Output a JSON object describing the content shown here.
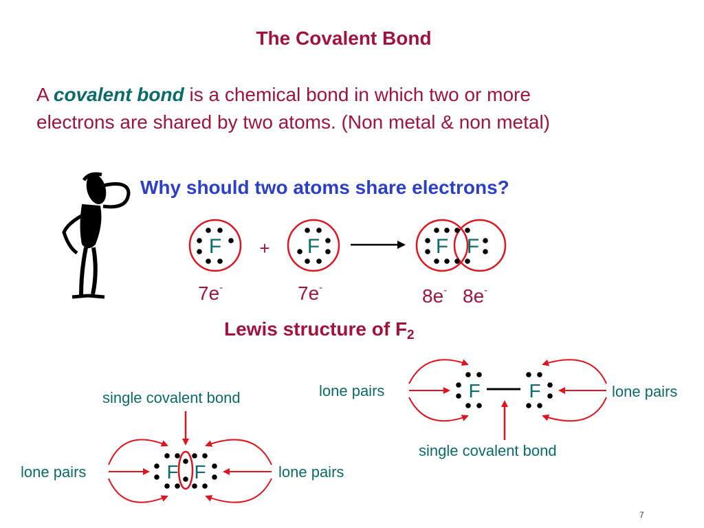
{
  "title": "The Covalent Bond",
  "definition": {
    "prefix": "A ",
    "term": "covalent bond",
    "rest_line1": " is a chemical bond in which two or more",
    "line2": "electrons are shared by two atoms. (Non metal & non metal)"
  },
  "question": "Why should two atoms share electrons?",
  "reaction": {
    "atom_symbol": "F",
    "plus": "+",
    "left_counts": [
      {
        "base": "7e",
        "sup": "-"
      },
      {
        "base": "7e",
        "sup": "-"
      }
    ],
    "product_counts": [
      {
        "base": "8e",
        "sup": "-"
      },
      {
        "base": "8e",
        "sup": "-"
      }
    ]
  },
  "lewis_title": {
    "text": "Lewis structure of F",
    "sub": "2"
  },
  "right_diagram": {
    "lone_pairs_left": "lone pairs",
    "lone_pairs_right": "lone pairs",
    "bond_label": "single covalent bond"
  },
  "left_diagram": {
    "bond_label": "single covalent bond",
    "lone_pairs_left": "lone pairs",
    "lone_pairs_right": "lone pairs"
  },
  "slide_number": "7",
  "colors": {
    "title": "#a0143c",
    "term": "#0b6b6b",
    "question": "#2c3fc9",
    "arrow_red": "#e0141e"
  }
}
